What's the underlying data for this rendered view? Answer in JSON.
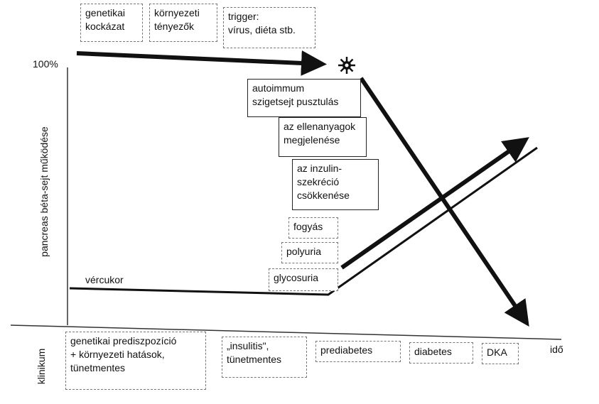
{
  "top_factors": [
    "genetikai\nkockázat",
    "környezeti\ntényezők",
    "trigger:\nvírus, diéta stb."
  ],
  "y_axis": {
    "label": "pancreas béta-sejt működése",
    "max_label": "100%"
  },
  "x_axis": {
    "label": "idő"
  },
  "row_label": "klinikum",
  "curve_label": "vércukor",
  "process_boxes": [
    "autoimmum\nszigetsejt pusztulás",
    "az ellenanyagok\nmegjelenése",
    "az inzulin-\nszekréció\ncsökkenése"
  ],
  "symptoms": [
    "fogyás",
    "polyuria",
    "glycosuria"
  ],
  "clinical_stages": [
    "genetikai prediszpozíció\n+ környezeti hatások,\ntünetmentes",
    "„insulitis\",\ntünetmentes",
    "prediabetes",
    "diabetes",
    "DKA"
  ]
}
